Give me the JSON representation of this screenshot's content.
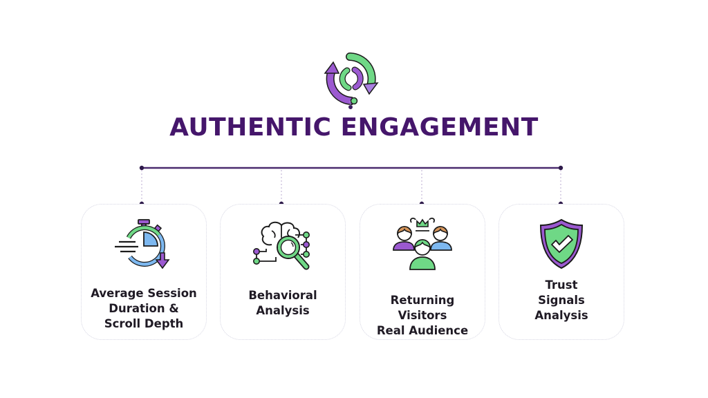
{
  "header": {
    "title": "AUTHENTIC ENGAGEMENT",
    "icon": "refresh-cycle-icon"
  },
  "colors": {
    "title": "#45166b",
    "connector": "#3a1f5c",
    "purple": "#9b59d0",
    "green": "#6fd886",
    "blue": "#7db8f0",
    "orange": "#d6955a",
    "text": "#1f1a24"
  },
  "cards": [
    {
      "label": "Average Session\nDuration &\nScroll Depth",
      "icon": "stopwatch-scroll-icon"
    },
    {
      "label": "Behavioral\nAnalysis",
      "icon": "brain-magnifier-icon"
    },
    {
      "label": "Returning Visitors\nReal Audience",
      "icon": "audience-group-icon"
    },
    {
      "label": "Trust\nSignals\nAnalysis",
      "icon": "shield-check-icon"
    }
  ]
}
